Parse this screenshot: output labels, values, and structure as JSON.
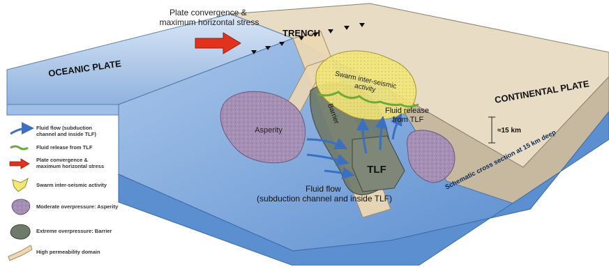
{
  "labels": {
    "plate_convergence": [
      "Plate convergence &",
      "maximum horizontal stress"
    ],
    "trench": "TRENCH",
    "oceanic_plate": "OCEANIC PLATE",
    "continental_plate": "CONTINENTAL PLATE",
    "swarm": [
      "Swarm inter-seismic",
      "activity"
    ],
    "barrier": "Barrier",
    "fluid_release": [
      "Fluid release",
      "from TLF"
    ],
    "asperity": "Asperity",
    "tlf": "TLF",
    "fluid_flow": [
      "Fluid flow",
      "(subduction channel and inside TLF)"
    ],
    "depth": "≈15 km",
    "cross_section": "Schematic cross section at 15 km deep"
  },
  "legend": [
    {
      "icon": "fluid-flow-arrow-icon",
      "lines": [
        "Fluid flow (subduction",
        "channel and inside TLF)"
      ]
    },
    {
      "icon": "fluid-release-line-icon",
      "lines": [
        "Fluid release from TLF"
      ]
    },
    {
      "icon": "red-arrow-icon",
      "lines": [
        "Plate convergence &",
        "maximum horizontal stress"
      ]
    },
    {
      "icon": "swarm-patch-icon",
      "lines": [
        "Swarm inter-seismic activity"
      ]
    },
    {
      "icon": "asperity-patch-icon",
      "lines": [
        "Moderate overpressure: Asperity"
      ]
    },
    {
      "icon": "barrier-patch-icon",
      "lines": [
        "Extreme overpressure: Barrier"
      ]
    },
    {
      "icon": "permeability-band-icon",
      "lines": [
        "High permeability domain"
      ]
    }
  ],
  "colors": {
    "ocean_top": "#c9daf0",
    "ocean_front": "#7ea6d6",
    "continent_top": "#e8dcc4",
    "continent_side": "#c7b99f",
    "cross_section": "#5b8fd0",
    "asperity": "#a68fb4",
    "barrier": "#6f7a6b",
    "swarm": "#f3e67a",
    "permeability": "#ecd8b4",
    "fluid_arrow": "#3b6fc2",
    "fluid_release": "#6cab3a",
    "convergence_arrow": "#e0321c"
  }
}
